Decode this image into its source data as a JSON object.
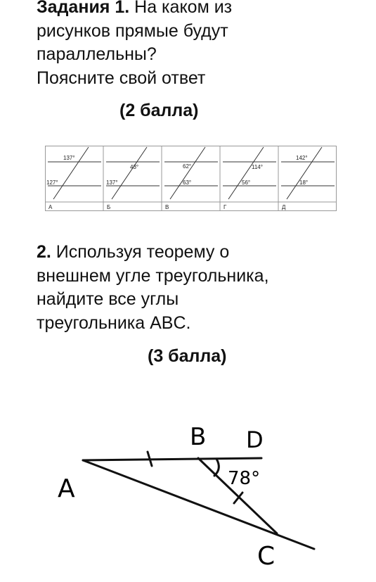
{
  "task1": {
    "label": "Задания 1.",
    "question_l1": " На каком из",
    "question_l2": "рисунков прямые будут",
    "question_l3": "параллельны?",
    "question_l4": "Поясните свой ответ",
    "points": "(2 балла)"
  },
  "figures": [
    {
      "letter": "А",
      "angle_top": "137°",
      "angle_bottom": "127°"
    },
    {
      "letter": "Б",
      "angle_top": "43°",
      "angle_bottom": "137°"
    },
    {
      "letter": "В",
      "angle_top": "62°",
      "angle_bottom": "63°"
    },
    {
      "letter": "Г",
      "angle_top": "114°",
      "angle_bottom": "56°"
    },
    {
      "letter": "Д",
      "angle_top": "142°",
      "angle_bottom": "18°"
    }
  ],
  "task2": {
    "label": "2.",
    "question_l1": " Используя теорему о",
    "question_l2": "внешнем угле треугольника,",
    "question_l3": "найдите  все углы",
    "question_l4": "треугольника ABC.",
    "points": "(3 балла)"
  },
  "triangle": {
    "vertex_a": "A",
    "vertex_b": "B",
    "vertex_c": "C",
    "point_d": "D",
    "angle_label": "78°"
  }
}
